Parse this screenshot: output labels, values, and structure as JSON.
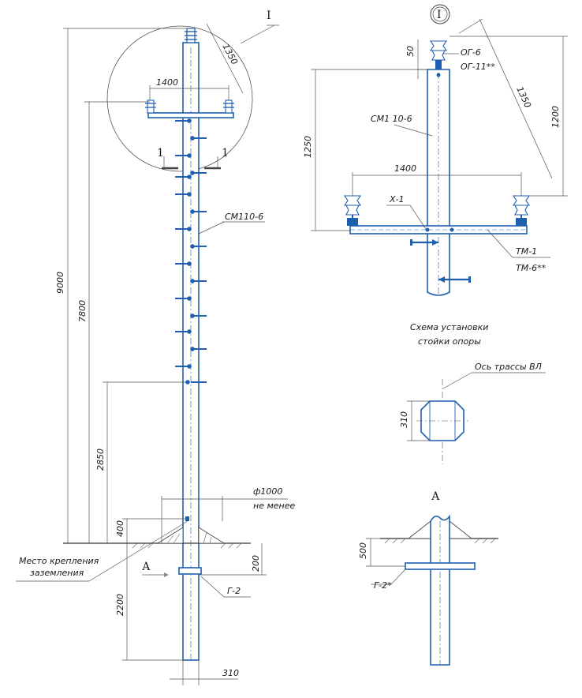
{
  "left_view": {
    "callout_mark": "I",
    "dimensions": {
      "total_height": "9000",
      "above_ground_height": "7800",
      "step_height": "2850",
      "bottom_offset": "400",
      "buried_depth": "2200",
      "bracket_depth": "200",
      "pole_width": "310",
      "crossarm_span": "1400",
      "insulator_span": "1350"
    },
    "labels": {
      "pole": "СМ110-6",
      "section_marker_left": "1",
      "section_marker_right": "1",
      "foundation_diameter": "ф1000",
      "foundation_note": "не менее",
      "grounding_point_line1": "Место крепления",
      "grounding_point_line2": "заземления",
      "view_a": "А",
      "bracket": "Г-2"
    }
  },
  "detail_view": {
    "title_mark": "I",
    "dimensions": {
      "insulator_top": "50",
      "top_to_crossarm": "1250",
      "crossarm_span": "1400",
      "diagonal": "1350",
      "vertical_span": "1200"
    },
    "labels": {
      "insulator_1": "ОГ-6",
      "insulator_2": "ОГ-11**",
      "pole": "СМ1 10-6",
      "clamp": "Х-1",
      "crossarm_1": "ТМ-1",
      "crossarm_2": "ТМ-6**"
    }
  },
  "scheme": {
    "title_line1": "Схема установки",
    "title_line2": "стойки опоры",
    "axis_label": "Ось трассы ВЛ",
    "dimension": "310"
  },
  "view_a": {
    "title": "А",
    "depth": "500",
    "bracket": "Г-2*"
  }
}
